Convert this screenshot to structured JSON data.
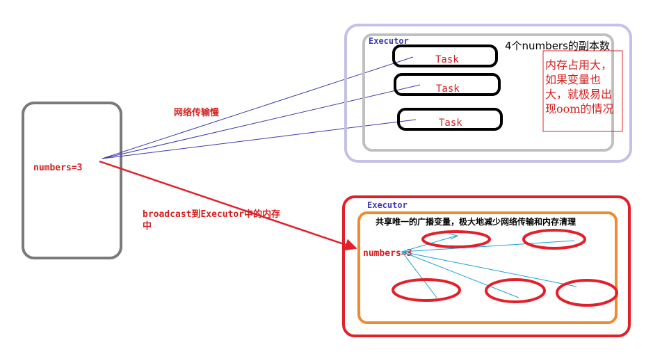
{
  "driver": {
    "variable_label": "numbers=3"
  },
  "network_note": "网络传输慢",
  "broadcast_note_line1": "broadcast到Executor中的内存",
  "broadcast_note_line2": "中",
  "executor_top": {
    "title": "Executor",
    "tasks": [
      "Task",
      "Task",
      "Task"
    ],
    "copies_label": "4个numbers的副本数",
    "memory_note": [
      "内存占用大，",
      "如果变量也",
      "大，就极易出",
      "现oom的情况"
    ]
  },
  "executor_bottom": {
    "title": "Executor",
    "shared_note": "共享唯一的广播变量，极大地减少网络传输和内存清理",
    "variable_label": "numbers=3"
  },
  "colors": {
    "driver_border": "#7a7a7a",
    "executor_top_outer": "#c4c0e6",
    "executor_top_inner": "#c0c0c0",
    "executor_bottom_outer": "#e2202a",
    "executor_bottom_inner": "#f08a30",
    "network_lines": "#3a3aa8",
    "share_lines": "#1aa0d0",
    "text_red": "#d32020",
    "title_blue": "#3b3bb0"
  }
}
